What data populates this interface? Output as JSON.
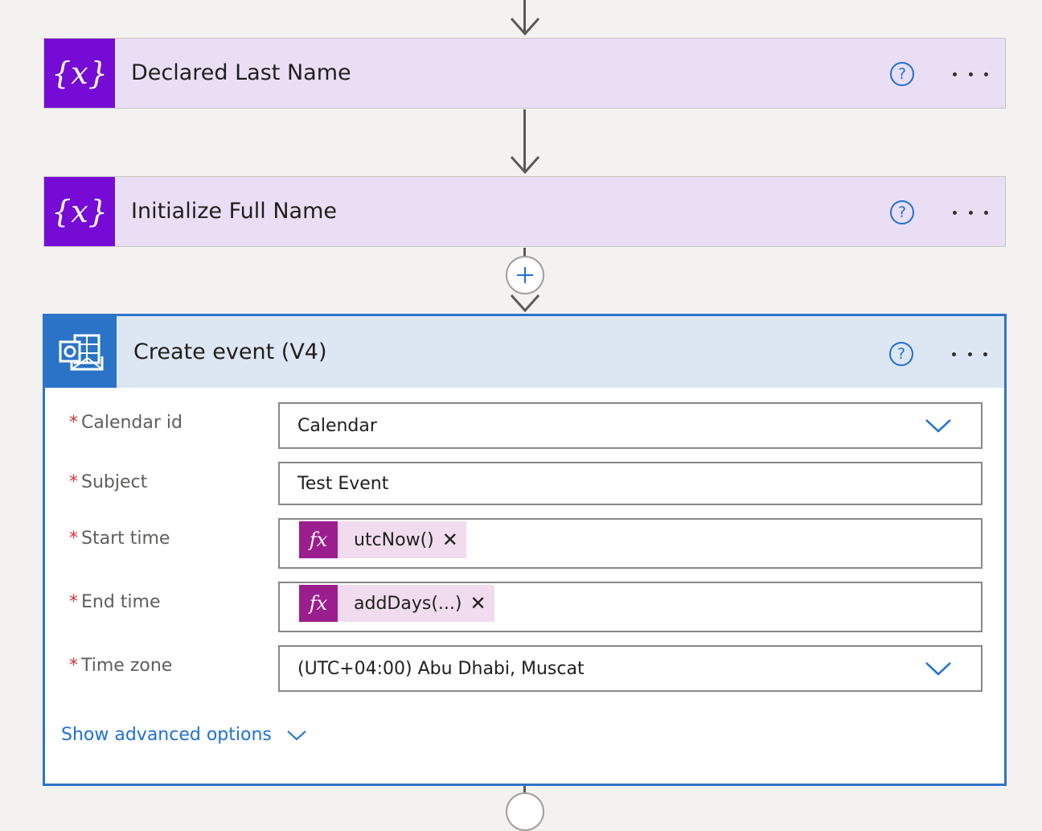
{
  "steps": [
    {
      "title": "Declared Last Name",
      "icon": "variable-icon"
    },
    {
      "title": "Initialize Full Name",
      "icon": "variable-icon"
    }
  ],
  "create_event": {
    "title": "Create event (V4)",
    "icon": "outlook-icon",
    "fields": {
      "calendar_id": {
        "label": "Calendar id",
        "value": "Calendar"
      },
      "subject": {
        "label": "Subject",
        "value": "Test Event"
      },
      "start_time": {
        "label": "Start time",
        "token": "utcNow()"
      },
      "end_time": {
        "label": "End time",
        "token": "addDays(...)"
      },
      "time_zone": {
        "label": "Time zone",
        "value": "(UTC+04:00) Abu Dhabi, Muscat"
      }
    },
    "required_mark": "*",
    "advanced_label": "Show advanced options"
  },
  "common": {
    "help_glyph": "?",
    "token_fx": "fx",
    "token_remove": "✕"
  },
  "colors": {
    "variable_accent": "#770bd6",
    "variable_bg": "#eadef5",
    "outlook_accent": "#2a73c7",
    "selected_border": "#2e74c9",
    "link": "#1f6fd6",
    "expression_token": "#9b1e8f"
  }
}
